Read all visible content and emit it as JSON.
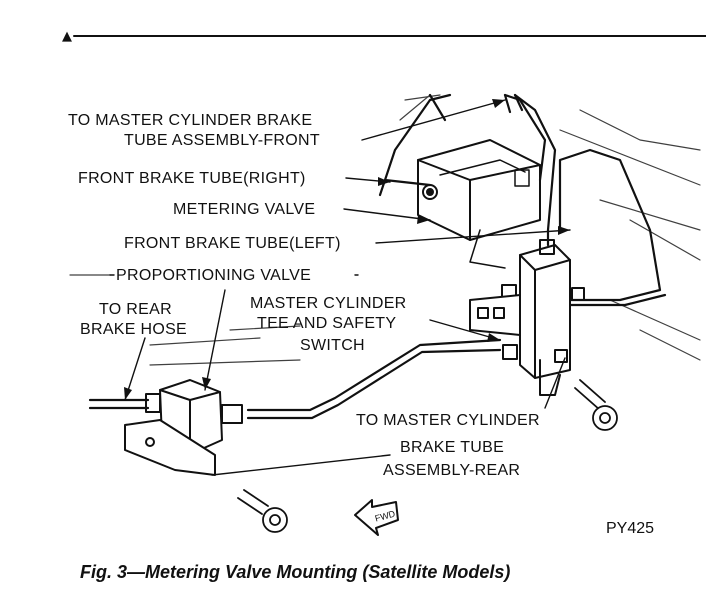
{
  "header": {
    "marker": "▲"
  },
  "labels": {
    "to_master_front_1": "TO MASTER CYLINDER BRAKE",
    "to_master_front_2": "TUBE ASSEMBLY-FRONT",
    "front_tube_right": "FRONT BRAKE TUBE(RIGHT)",
    "metering_valve": "METERING VALVE",
    "front_tube_left": "FRONT BRAKE TUBE(LEFT)",
    "proportioning_valve": "PROPORTIONING VALVE",
    "to_rear_1": "TO REAR",
    "to_rear_2": "BRAKE HOSE",
    "tee_switch_1": "MASTER CYLINDER",
    "tee_switch_2": "TEE AND SAFETY",
    "tee_switch_3": "SWITCH",
    "to_master_rear_1": "TO MASTER CYLINDER",
    "to_master_rear_2": "BRAKE TUBE",
    "to_master_rear_3": "ASSEMBLY-REAR",
    "fwd_badge": "FWD",
    "ref_code": "PY425"
  },
  "caption": "Fig. 3—Metering Valve Mounting (Satellite Models)"
}
